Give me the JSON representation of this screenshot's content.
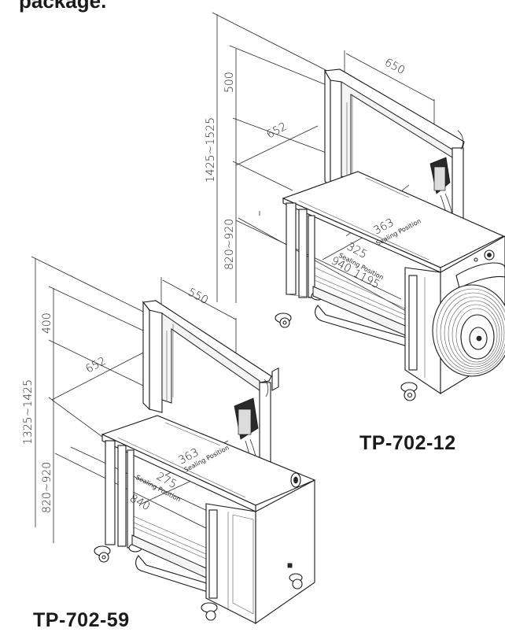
{
  "header": {
    "text": "package."
  },
  "machine_12": {
    "model": "TP-702-12",
    "dims": {
      "arch_width": "650",
      "arch_height": "500",
      "table_depth": "652",
      "total_height": "1425~1525",
      "table_height": "820~920",
      "seal_height": "363",
      "seal_pos_label_a": "Sealing Position",
      "seal_depth": "325",
      "seal_pos_label_b": "Sealing Position",
      "table_width": "940",
      "overall_length": "1195"
    }
  },
  "machine_59": {
    "model": "TP-702-59",
    "dims": {
      "arch_width": "550",
      "arch_height": "400",
      "table_depth": "652",
      "total_height": "1325~1425",
      "table_height": "820~920",
      "seal_height": "363",
      "seal_pos_label_a": "Sealing Position",
      "seal_depth": "275",
      "seal_pos_label_b": "Sealing Position",
      "table_width": "840"
    }
  }
}
